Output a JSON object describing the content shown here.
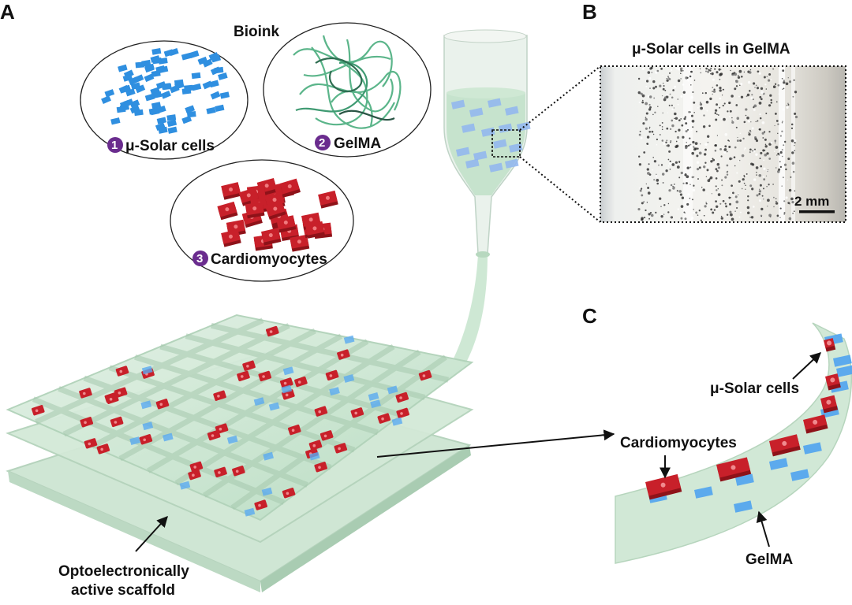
{
  "panels": {
    "a": "A",
    "b": "B",
    "c": "C"
  },
  "bioink": {
    "title": "Bioink",
    "items": [
      {
        "num": "1",
        "label": "μ-Solar cells"
      },
      {
        "num": "2",
        "label": "GelMA"
      },
      {
        "num": "3",
        "label": "Cardiomyocytes"
      }
    ]
  },
  "panel_b": {
    "title": "μ-Solar cells in GelMA",
    "scale_bar": "2 mm"
  },
  "panel_a": {
    "scaffold_line1": "Optoelectronically",
    "scaffold_line2": "active scaffold"
  },
  "panel_c": {
    "solar": "μ-Solar cells",
    "cardio": "Cardiomyocytes",
    "gelma": "GelMA"
  },
  "colors": {
    "solar_blue": "#2f8fe0",
    "cardio_red": "#c8202a",
    "gel_green": "#cfe8d4",
    "fiber_green": "#5bb58a",
    "badge_purple": "#6a2c8e"
  }
}
